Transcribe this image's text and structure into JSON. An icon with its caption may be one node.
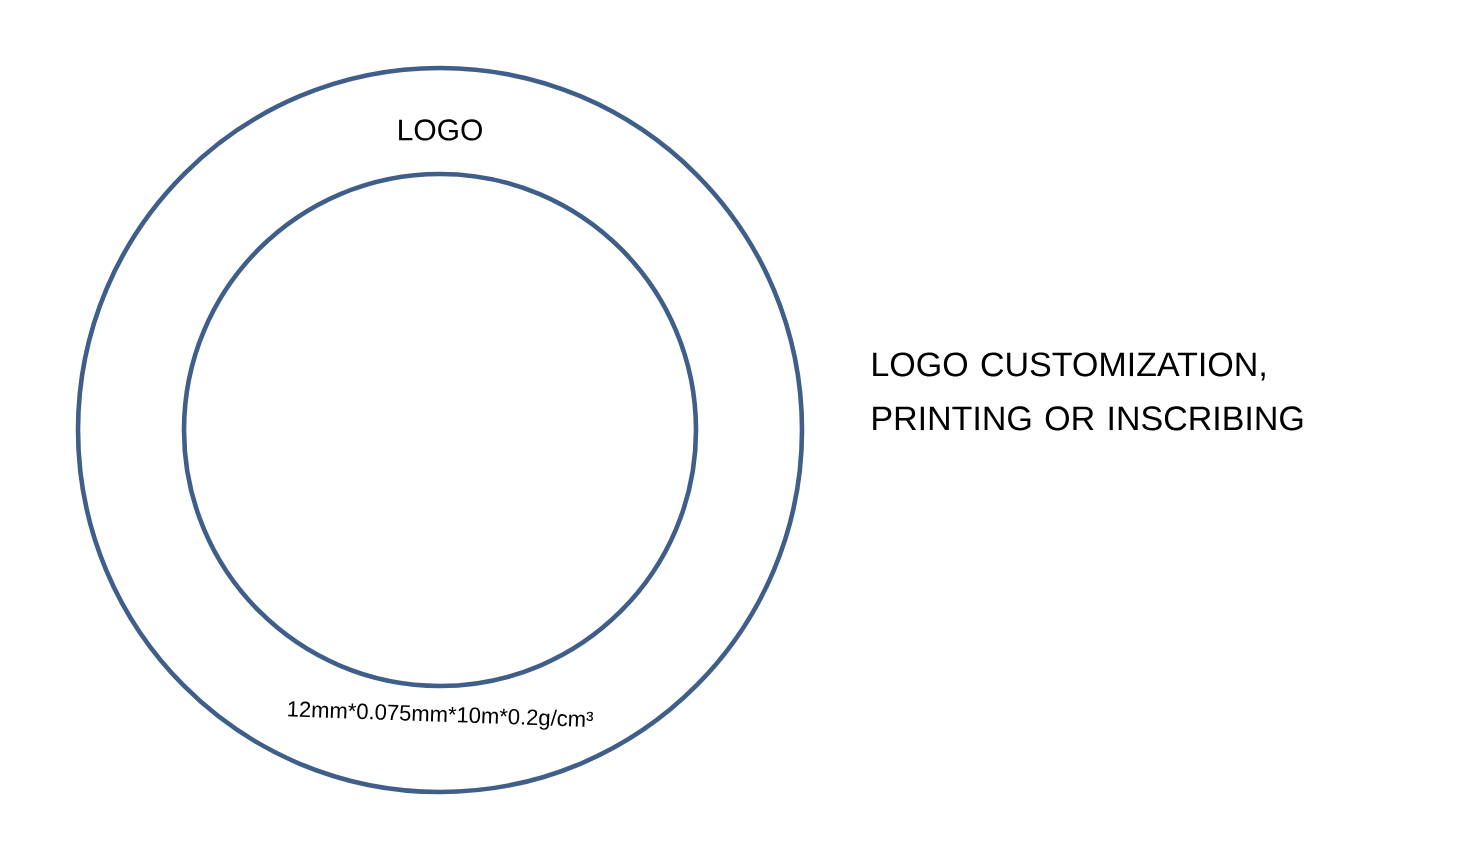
{
  "diagram": {
    "nodes": [
      {
        "text": [
          "LOGO",
          "12mm*0.075mm*10m*0.2g/cm³"
        ]
      },
      {
        "text": [],
        "shape": "circle",
        "in": 0
      }
    ],
    "labels": [
      "LOGO CUSTOMIZATION, PRINTING OR INSCRIBING"
    ]
  }
}
